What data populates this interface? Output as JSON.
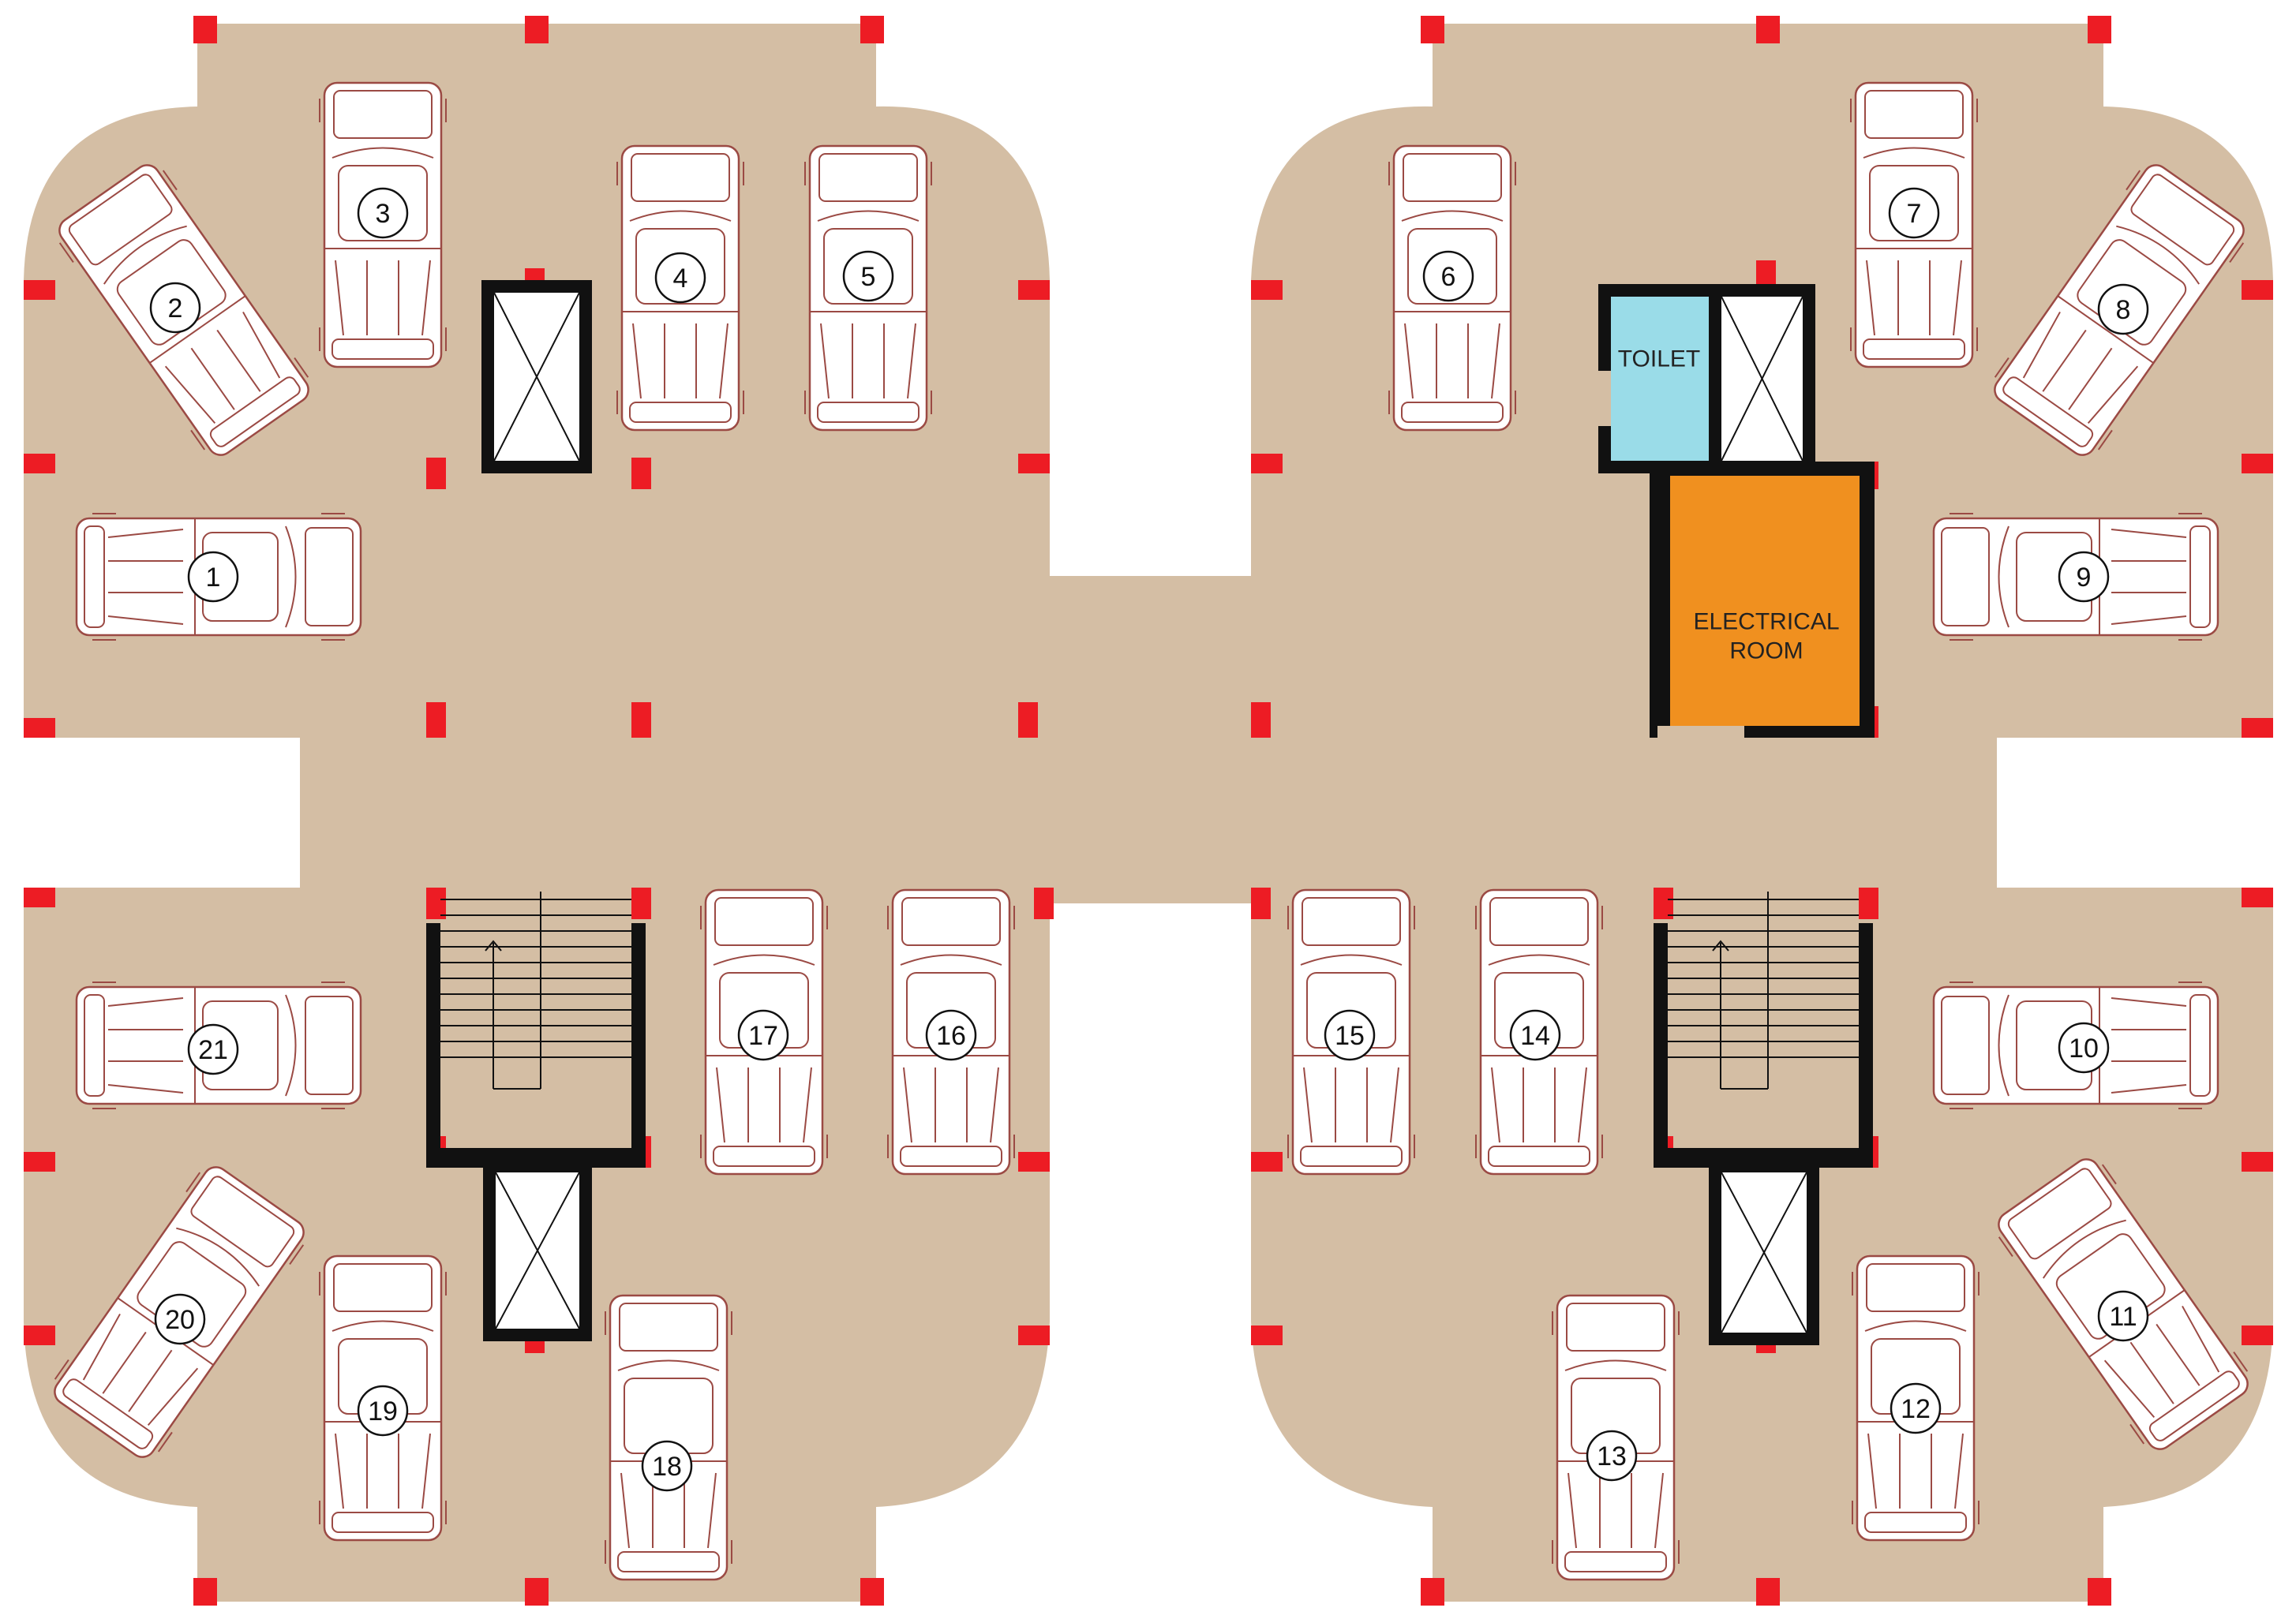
{
  "rooms": {
    "toilet": {
      "label": "TOILET",
      "color": "#9adce8"
    },
    "electrical": {
      "line1": "ELECTRICAL",
      "line2": "ROOM",
      "color": "#f0901f"
    }
  },
  "colors": {
    "floor": "#d4bea4",
    "column": "#ed1c24",
    "wall": "#111111",
    "car_outline": "#9b4a44"
  },
  "parking_spaces": [
    {
      "number": "1"
    },
    {
      "number": "2"
    },
    {
      "number": "3"
    },
    {
      "number": "4"
    },
    {
      "number": "5"
    },
    {
      "number": "6"
    },
    {
      "number": "7"
    },
    {
      "number": "8"
    },
    {
      "number": "9"
    },
    {
      "number": "10"
    },
    {
      "number": "11"
    },
    {
      "number": "12"
    },
    {
      "number": "13"
    },
    {
      "number": "14"
    },
    {
      "number": "15"
    },
    {
      "number": "16"
    },
    {
      "number": "17"
    },
    {
      "number": "18"
    },
    {
      "number": "19"
    },
    {
      "number": "20"
    },
    {
      "number": "21"
    }
  ]
}
